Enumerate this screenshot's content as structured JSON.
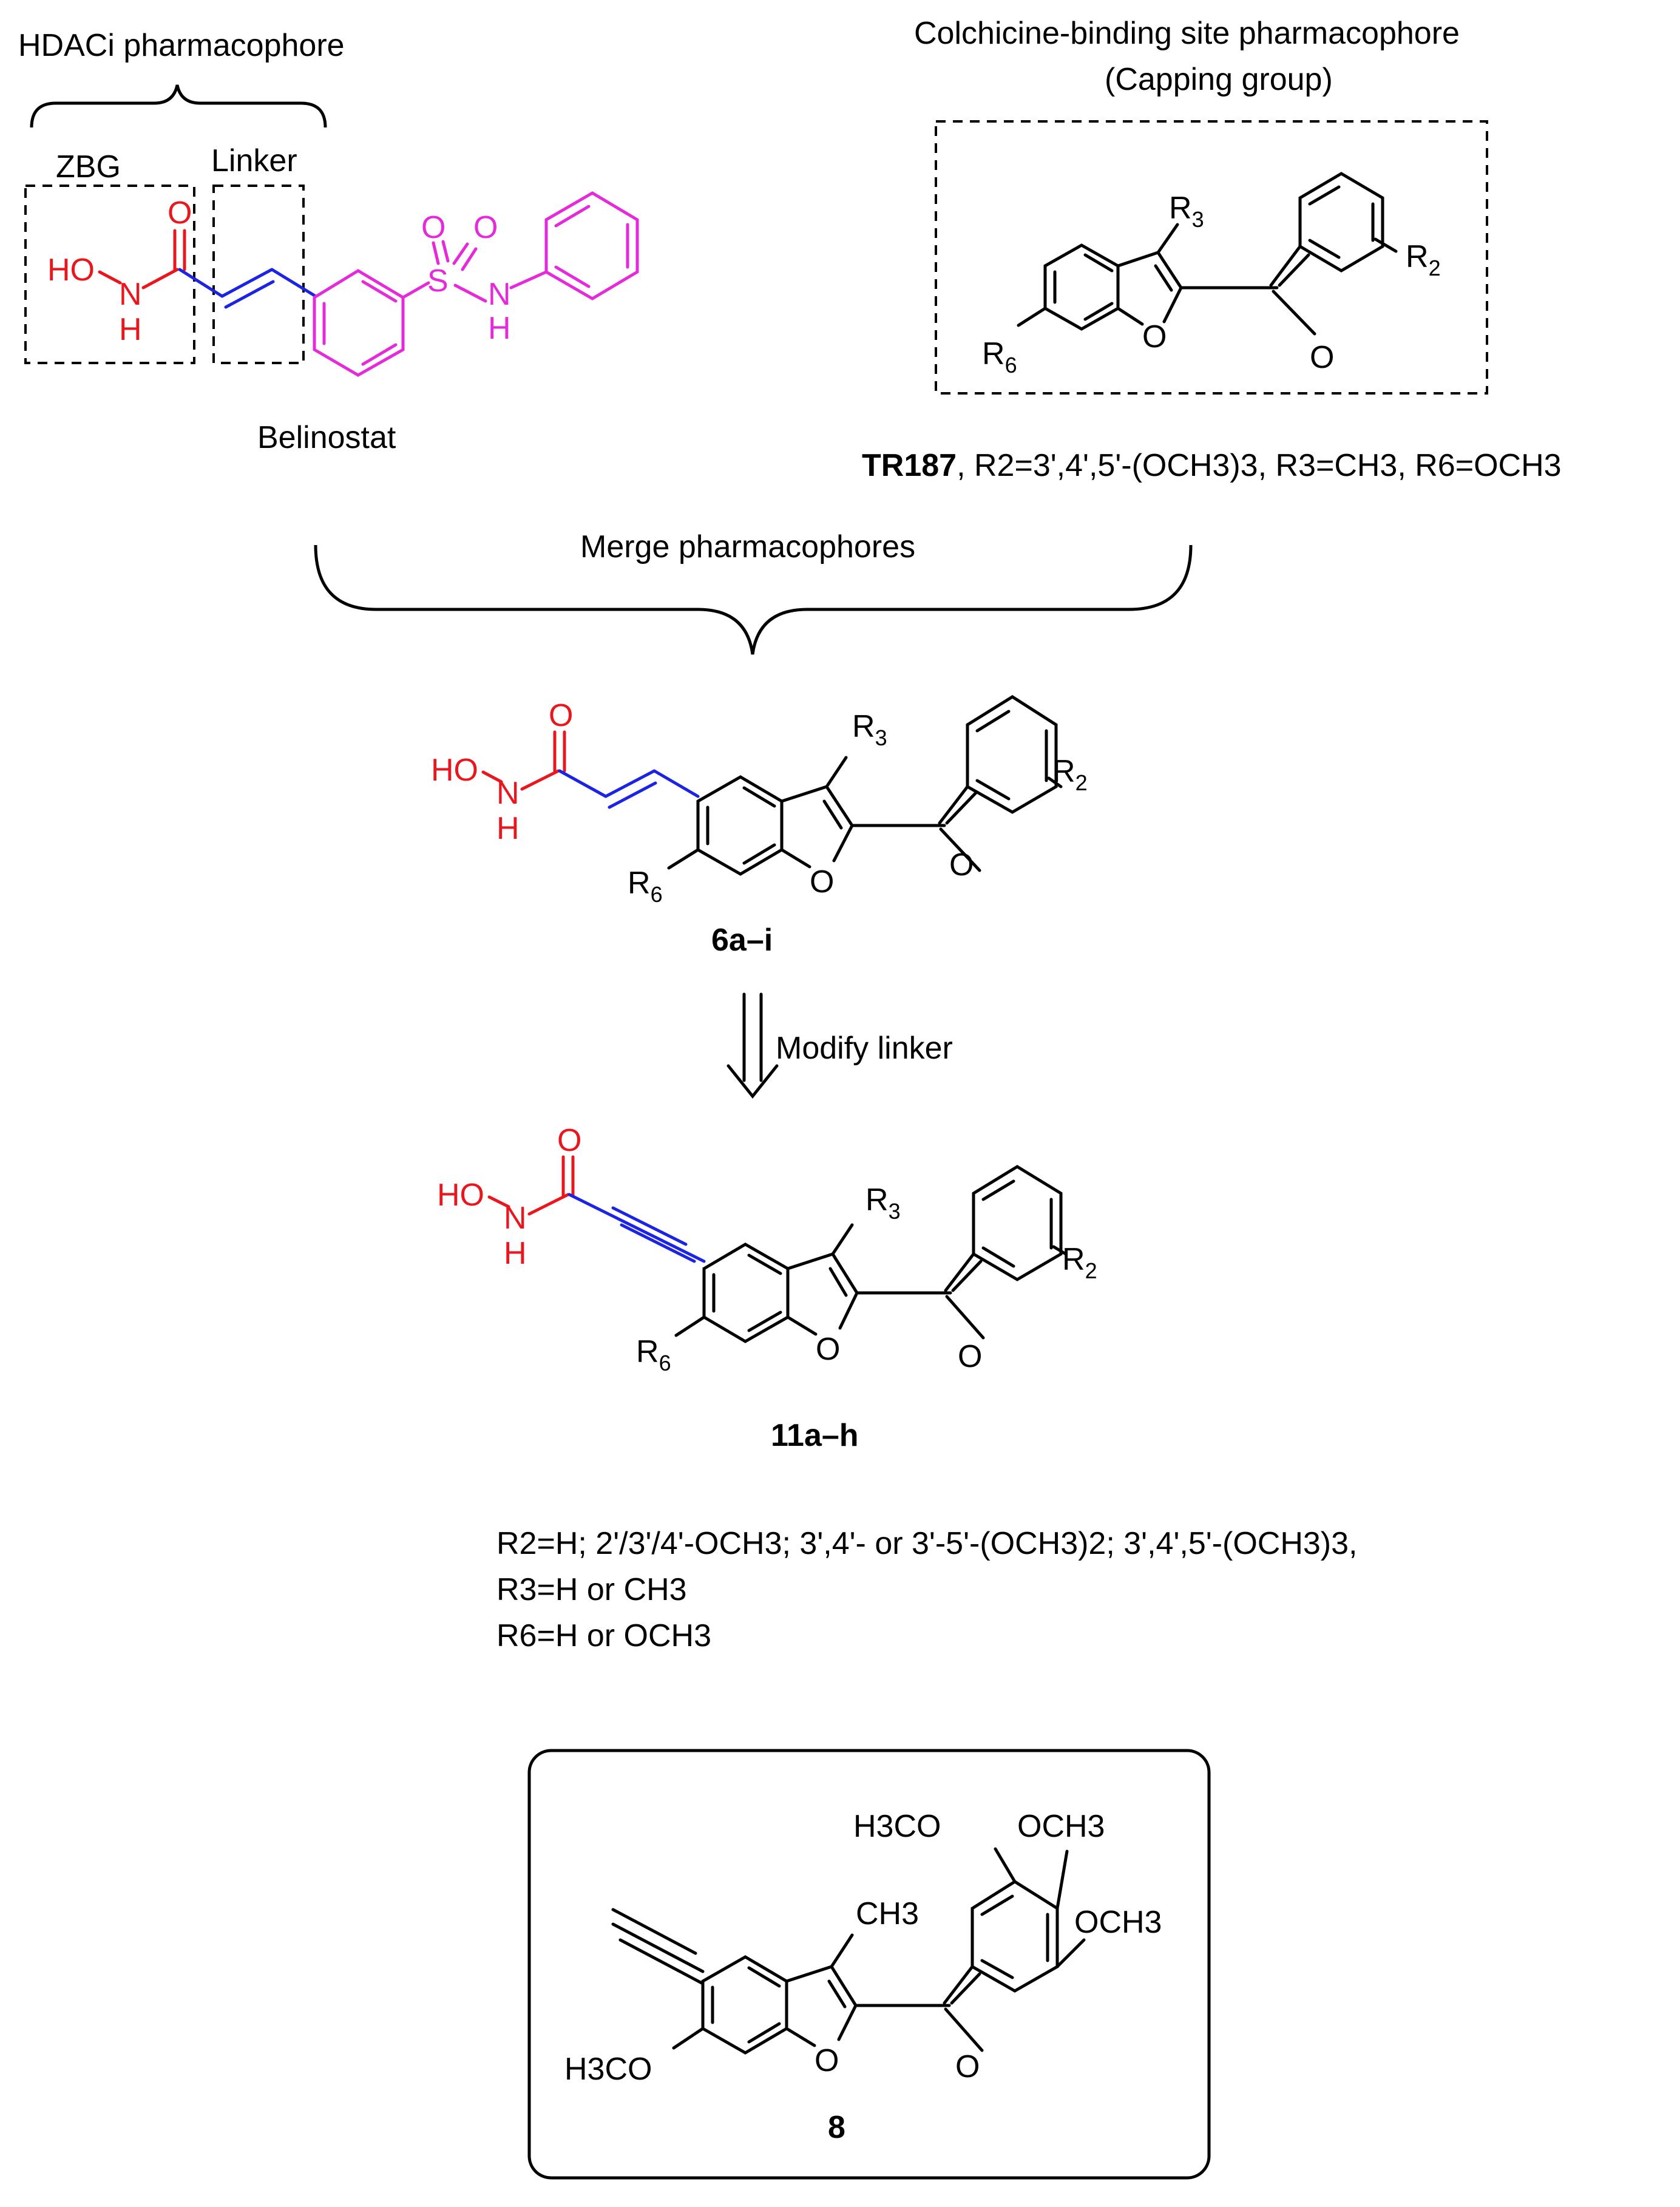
{
  "hdaci": {
    "title": "HDACi pharmacophore",
    "zbg_label": "ZBG",
    "linker_label": "Linker",
    "compound_name": "Belinostat"
  },
  "cbs": {
    "title_line1": "Colchicine-binding site pharmacophore",
    "title_line2": "(Capping group)",
    "compound_name": "TR187",
    "description": ", R2=3',4',5'-(OCH3)3, R3=CH3, R6=OCH3"
  },
  "merge_label": "Merge pharmacophores",
  "compound_6": {
    "label": "6a–i"
  },
  "modify_label": "Modify linker",
  "compound_11": {
    "label": "11a–h"
  },
  "substituents": {
    "r2": "R2=H; 2'/3'/4'-OCH3; 3',4'- or 3'-5'-(OCH3)2; 3',4',5'-(OCH3)3,",
    "r3": "R3=H or CH3",
    "r6": "R6=H or OCH3"
  },
  "compound_8": {
    "label": "8"
  },
  "atoms": {
    "O": "O",
    "N": "N",
    "H": "H",
    "S": "S",
    "HO": "HO",
    "R": "R",
    "sub2": "2",
    "sub3": "3",
    "sub6": "6",
    "CH3": "CH3",
    "OCH3": "OCH3",
    "H3CO": "H3CO"
  },
  "colors": {
    "zbg": "#e8171d",
    "linker": "#1d23e2",
    "belinostat_core": "#e42ad9",
    "ink": "#000000"
  }
}
